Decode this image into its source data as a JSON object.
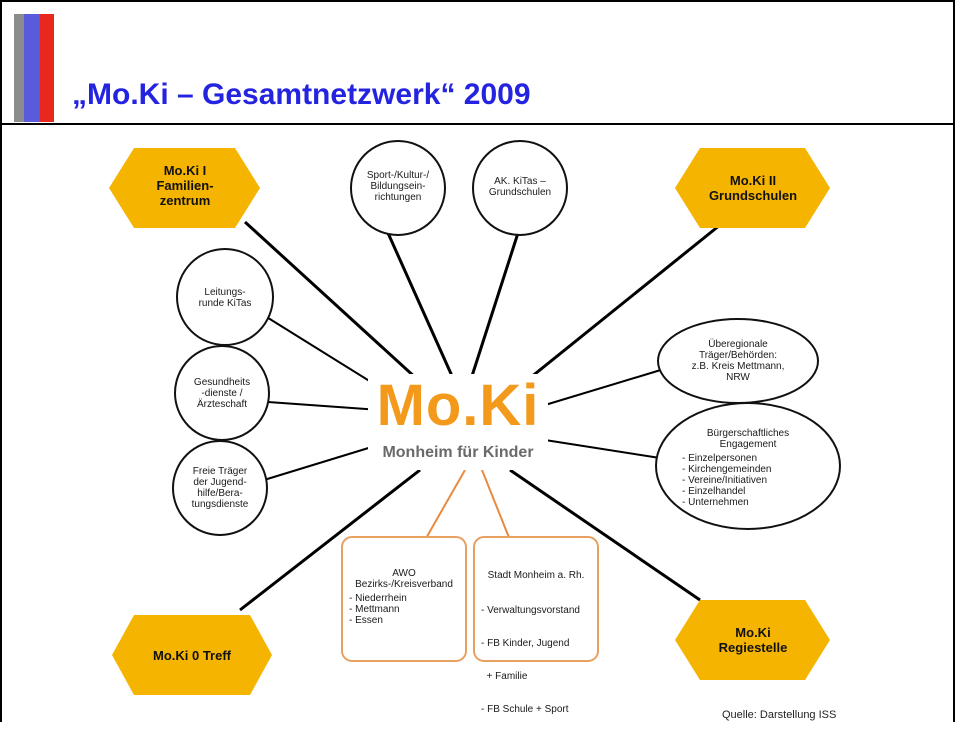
{
  "slide": {
    "title": "„Mo.Ki – Gesamtnetzwerk“ 2009",
    "source": "Quelle: Darstellung ISS"
  },
  "logo": {
    "word": "Mo.Ki",
    "subtitle": "Monheim für Kinder"
  },
  "hexagons": {
    "top_left": [
      "Mo.Ki I",
      "Familien-",
      "zentrum"
    ],
    "top_right": [
      "Mo.Ki II",
      "Grundschulen"
    ],
    "bottom_left": [
      "Mo.Ki 0 Treff"
    ],
    "bottom_right": [
      "Mo.Ki",
      "Regiestelle"
    ]
  },
  "circles": {
    "sport": [
      "Sport-/Kultur-/",
      "Bildungsein-",
      "richtungen"
    ],
    "ak_kitas": [
      "AK. KiTas –",
      "Grundschulen"
    ],
    "leitung": [
      "Leitungs-",
      "runde KiTas"
    ],
    "gesundheit": [
      "Gesundheits",
      "-dienste /",
      "Ärzteschaft"
    ],
    "freie": [
      "Freie Träger",
      "der Jugend-",
      "hilfe/Bera-",
      "tungsdienste"
    ]
  },
  "ellipses": {
    "ueberregional": [
      "Überegionale",
      "Träger/Behörden:",
      "z.B. Kreis Mettmann,",
      "NRW"
    ],
    "buerger_title": [
      "Bürgerschaftliches",
      "Engagement"
    ],
    "buerger_items": [
      "- Einzelpersonen",
      "- Kirchengemeinden",
      "- Vereine/Initiativen",
      "- Einzelhandel",
      "- Unternehmen"
    ]
  },
  "boxes": {
    "awo_title": [
      "AWO",
      "Bezirks-/Kreisverband"
    ],
    "awo_items": [
      "- Niederrhein",
      "- Mettmann",
      "- Essen"
    ],
    "stadt_title": "Stadt Monheim a. Rh.",
    "stadt_items": [
      "- Verwaltungsvorstand",
      "- FB Kinder, Jugend",
      "  + Familie",
      "- FB Schule + Sport"
    ]
  },
  "colors": {
    "title": "#2424e0",
    "hexagon": "#f5b400",
    "logo": "#f39a1c",
    "box_border": "#e8a060",
    "orange_line": "#e88a40"
  }
}
